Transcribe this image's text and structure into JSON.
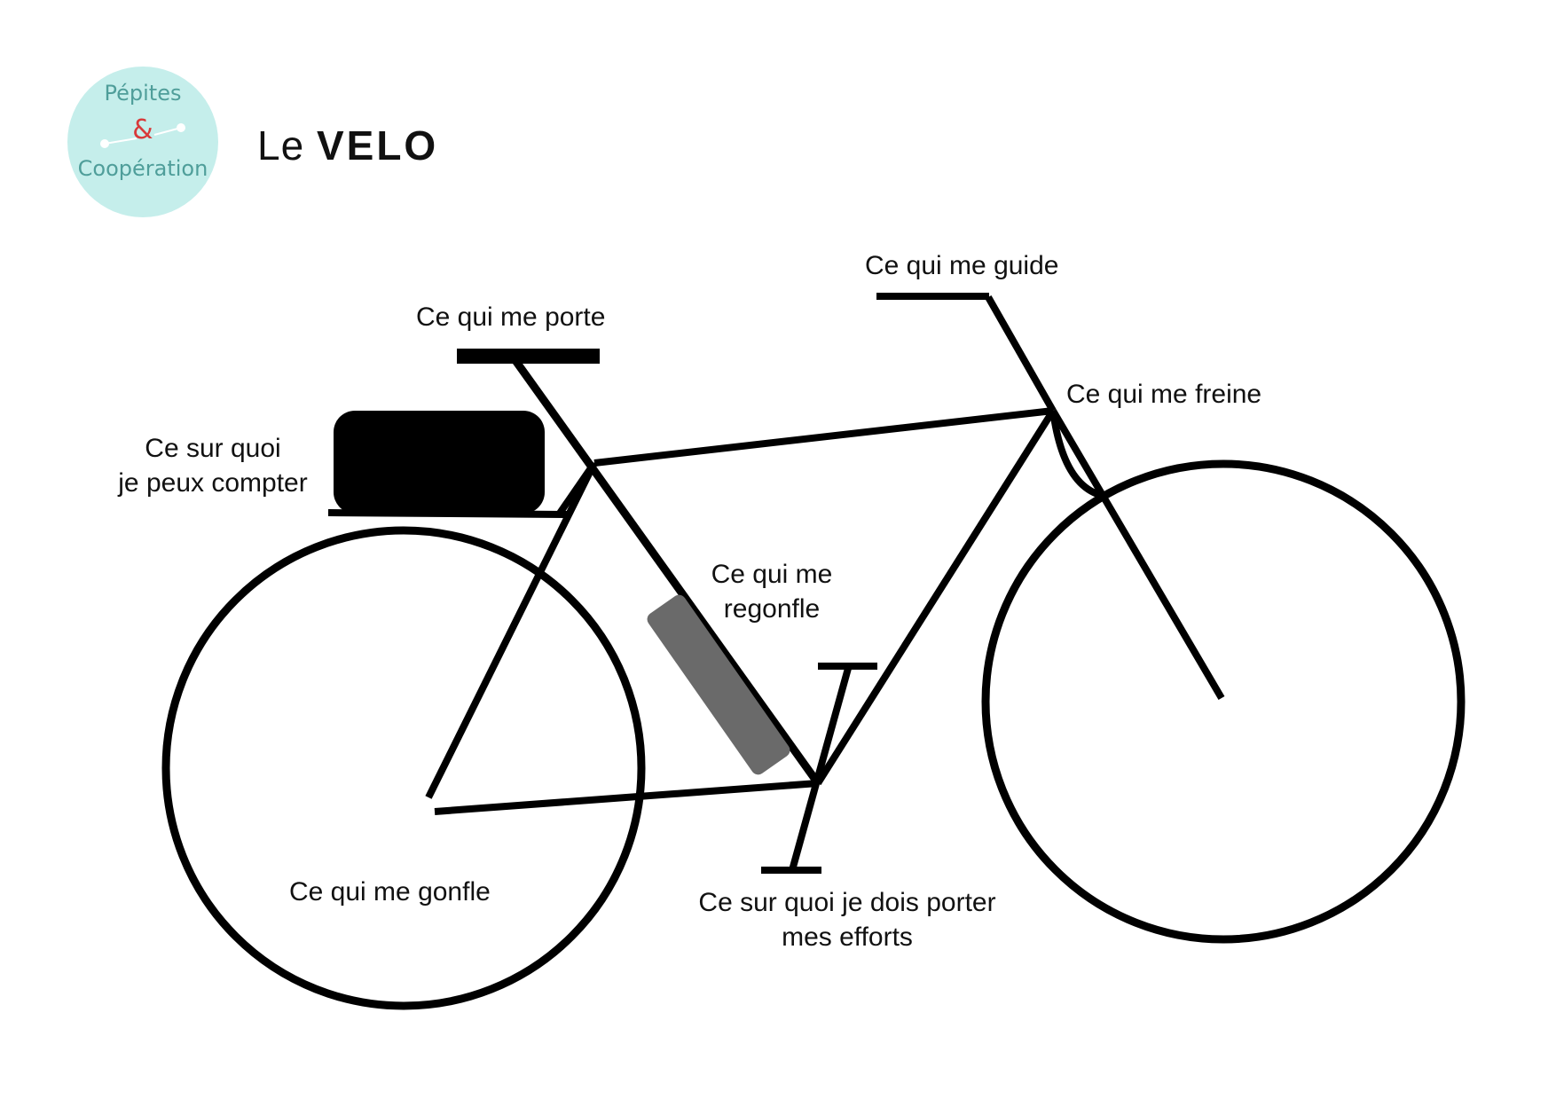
{
  "logo": {
    "line1": "Pépites",
    "amp": "&",
    "line2": "Coopération",
    "colors": {
      "circle": "#c5eeeb",
      "text": "#4f9e9a",
      "amp": "#d83a3a"
    }
  },
  "title": {
    "prefix": "Le",
    "emphasis": "VELO"
  },
  "labels": {
    "guide": "Ce qui me guide",
    "porte": "Ce qui me porte",
    "freine": "Ce qui me freine",
    "compter_1": "Ce sur quoi",
    "compter_2": "je peux compter",
    "regonfle_1": "Ce qui me",
    "regonfle_2": "regonfle",
    "gonfle": "Ce qui me gonfle",
    "efforts_1": "Ce sur quoi je dois porter",
    "efforts_2": "mes efforts"
  },
  "colors": {
    "stroke": "#000000",
    "pump": "#6a6a6a"
  }
}
